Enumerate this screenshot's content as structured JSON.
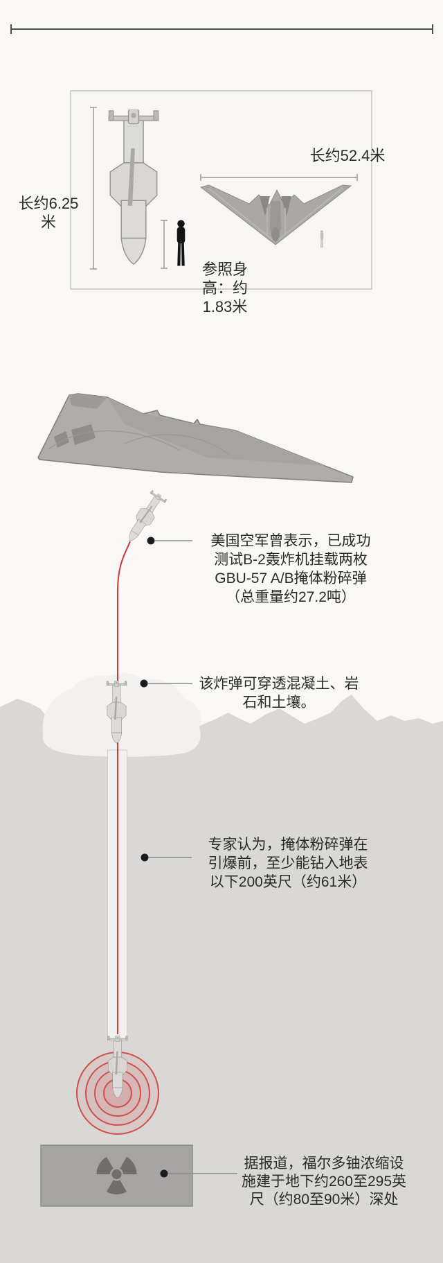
{
  "scale_panel": {
    "bomb_length_label": {
      "lines": [
        "长约6.25",
        "米"
      ]
    },
    "b2_wingspan_label": "长约52.4米",
    "human_height_label": {
      "lines": [
        "参照身",
        "高：约",
        "1.83米"
      ]
    }
  },
  "annotations": {
    "drop_test": {
      "lines": [
        "美国空军曾表示，已成功",
        "测试B-2轰炸机挂载两枚",
        "GBU-57 A/B掩体粉碎弹",
        "（总重量约27.2吨）"
      ]
    },
    "penetration": {
      "lines": [
        "该炸弹可穿透混凝土、岩",
        "石和土壤。"
      ]
    },
    "depth": {
      "lines": [
        "专家认为，掩体粉碎弹在",
        "引爆前，至少能钻入地表",
        "以下200英尺（约61米）"
      ]
    },
    "facility": {
      "lines": [
        "据报道，福尔多铀浓缩设",
        "施建于地下约260至295英",
        "尺（约80至90米）深处"
      ]
    }
  },
  "icons": {
    "facility_symbol": "radiation-trefoil-icon",
    "shockwave": "concentric-rings-icon"
  },
  "colors": {
    "background_sky": "#f9f8f6",
    "ground_gray": "#d9d8d6",
    "dust_cloud": "#f2f1ef",
    "tunnel_channel": "#f1f0ee",
    "trajectory_red": "#cc3a36",
    "shockwave_red": "#cf4f4b",
    "bomb_body_gray": "#dcdbd9",
    "aircraft_gray": "#a9a8a6",
    "bunker_box_gray": "#a5a4a2",
    "radiation_symbol_gray": "#6f6e6c",
    "text_dark": "#2a2a28",
    "silhouette_black": "#141414"
  }
}
